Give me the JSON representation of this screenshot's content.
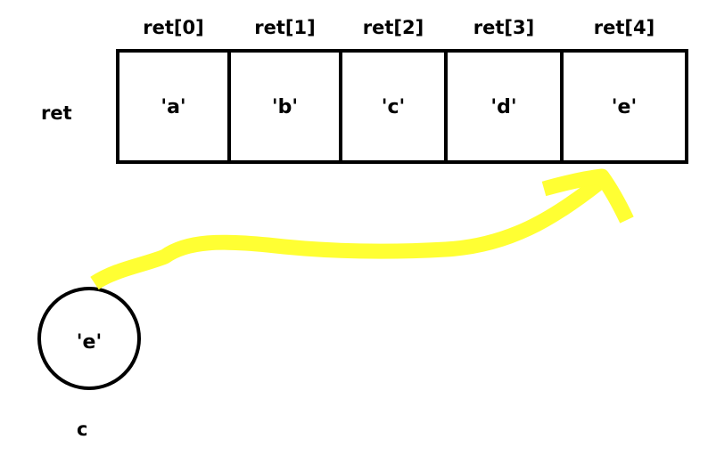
{
  "array": {
    "name": "ret",
    "indices": [
      "ret[0]",
      "ret[1]",
      "ret[2]",
      "ret[3]",
      "ret[4]"
    ],
    "values": [
      "'a'",
      "'b'",
      "'c'",
      "'d'",
      "'e'"
    ]
  },
  "variable": {
    "name": "c",
    "value": "'e'"
  },
  "colors": {
    "stroke": "#000000",
    "arrow": "#ffff33"
  }
}
